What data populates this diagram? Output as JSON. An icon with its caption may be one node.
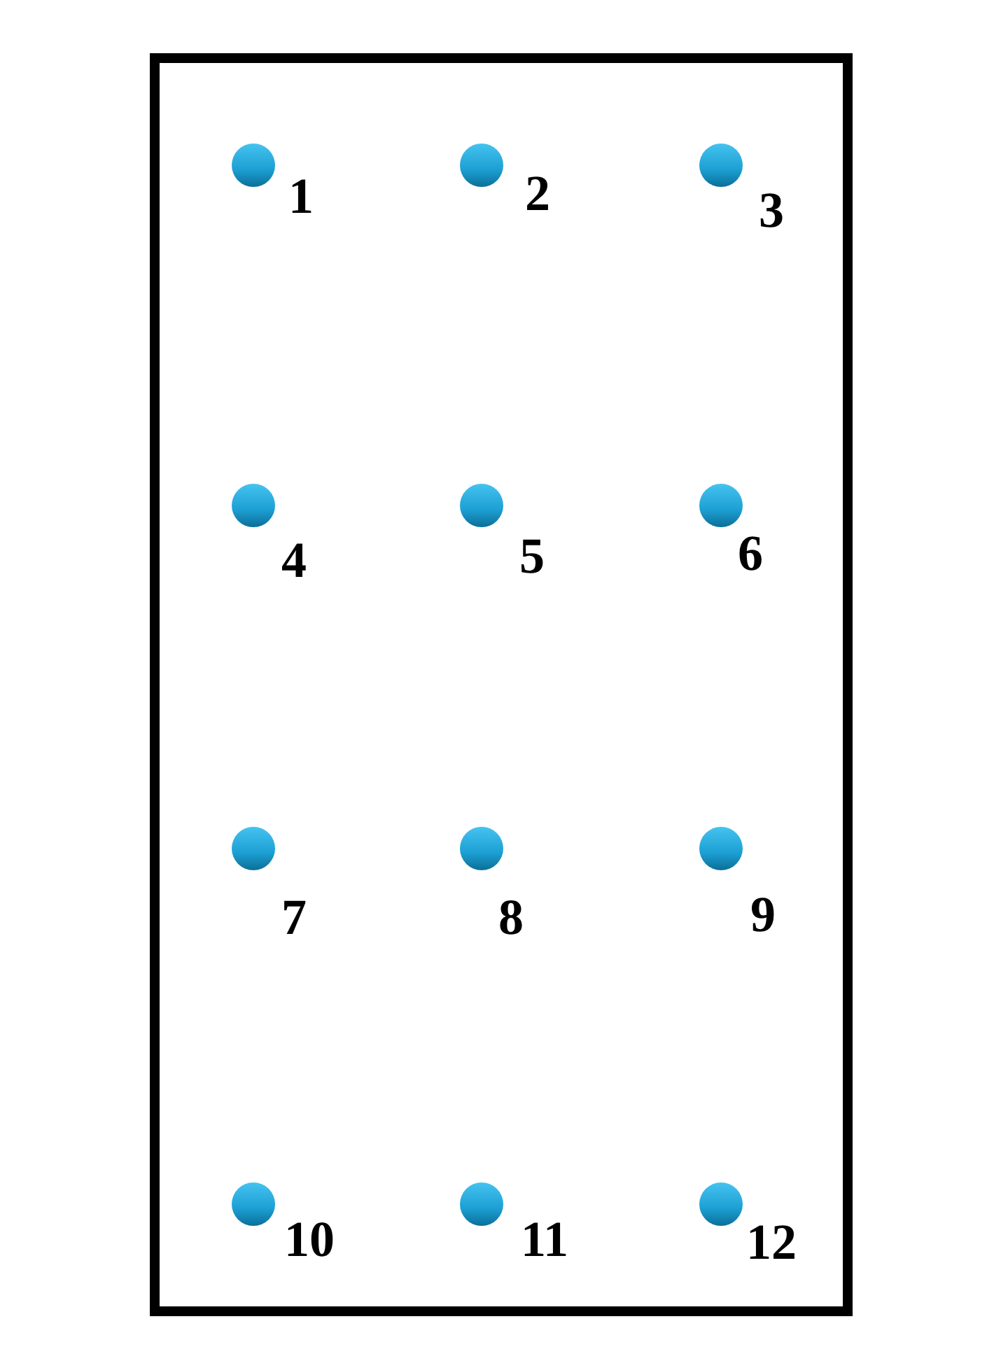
{
  "diagram": {
    "nodes": [
      {
        "text": [],
        "shape": "box"
      },
      {
        "text": [],
        "shape": "circle",
        "in": 0,
        "beside": [
          "1"
        ]
      },
      {
        "text": [],
        "shape": "circle",
        "in": 0,
        "beside": [
          "2"
        ]
      },
      {
        "text": [],
        "shape": "circle",
        "in": 0,
        "beside": [
          "3"
        ]
      },
      {
        "text": [],
        "shape": "circle",
        "in": 0,
        "beside": [
          "4"
        ]
      },
      {
        "text": [],
        "shape": "circle",
        "in": 0,
        "beside": [
          "5"
        ]
      },
      {
        "text": [],
        "shape": "circle",
        "in": 0,
        "beside": [
          "6"
        ]
      },
      {
        "text": [],
        "shape": "circle",
        "in": 0,
        "beside": [
          "7"
        ]
      },
      {
        "text": [],
        "shape": "circle",
        "in": 0,
        "beside": [
          "8"
        ]
      },
      {
        "text": [],
        "shape": "circle",
        "in": 0,
        "beside": [
          "9"
        ]
      },
      {
        "text": [],
        "shape": "circle",
        "in": 0,
        "beside": [
          "10"
        ]
      },
      {
        "text": [],
        "shape": "circle",
        "in": 0,
        "beside": [
          "11"
        ]
      },
      {
        "text": [],
        "shape": "circle",
        "in": 0,
        "beside": [
          "12"
        ]
      }
    ]
  }
}
